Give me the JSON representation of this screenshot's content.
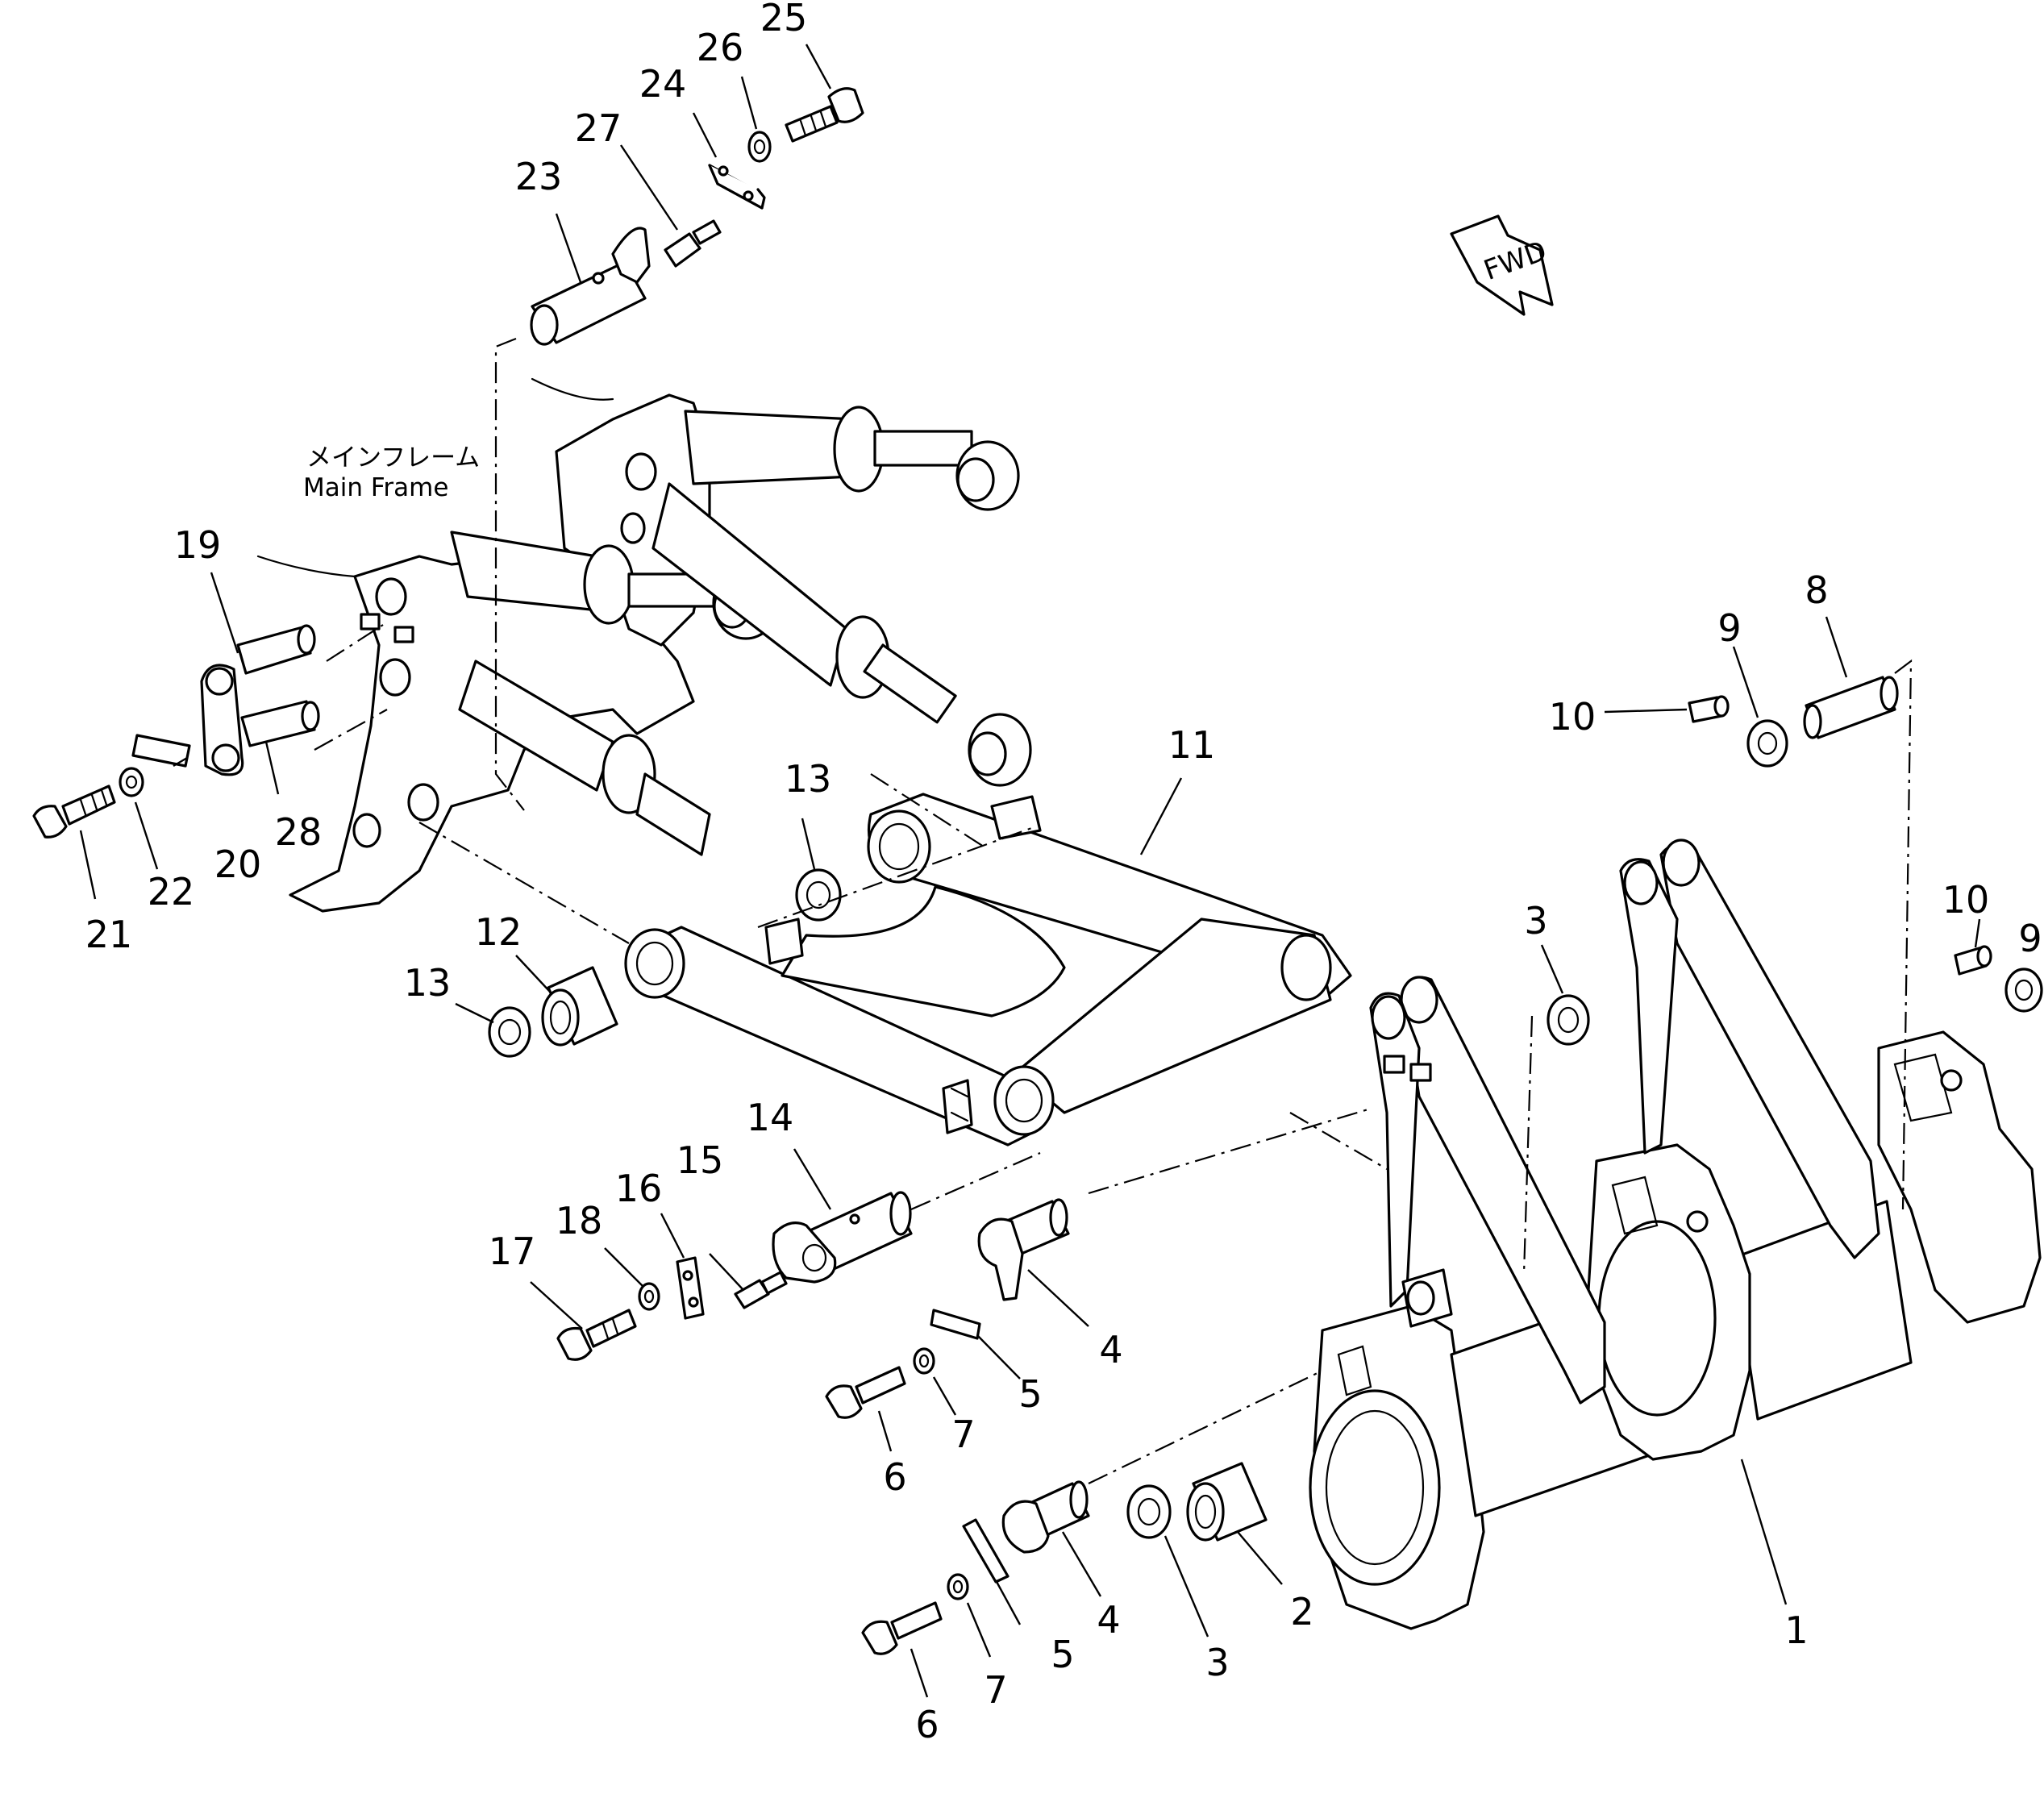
{
  "main_frame_label": {
    "japanese": "メインフレーム",
    "english": "Main Frame"
  },
  "fwd_label": "FWD",
  "callouts": [
    {
      "id": "c1",
      "text": "1"
    },
    {
      "id": "c2",
      "text": "2"
    },
    {
      "id": "c3a",
      "text": "3"
    },
    {
      "id": "c3b",
      "text": "3"
    },
    {
      "id": "c4a",
      "text": "4"
    },
    {
      "id": "c4b",
      "text": "4"
    },
    {
      "id": "c5a",
      "text": "5"
    },
    {
      "id": "c5b",
      "text": "5"
    },
    {
      "id": "c6a",
      "text": "6"
    },
    {
      "id": "c6b",
      "text": "6"
    },
    {
      "id": "c7a",
      "text": "7"
    },
    {
      "id": "c7b",
      "text": "7"
    },
    {
      "id": "c8",
      "text": "8"
    },
    {
      "id": "c9a",
      "text": "9"
    },
    {
      "id": "c9b",
      "text": "9"
    },
    {
      "id": "c10a",
      "text": "10"
    },
    {
      "id": "c10b",
      "text": "10"
    },
    {
      "id": "c11",
      "text": "11"
    },
    {
      "id": "c12",
      "text": "12"
    },
    {
      "id": "c13a",
      "text": "13"
    },
    {
      "id": "c13b",
      "text": "13"
    },
    {
      "id": "c14",
      "text": "14"
    },
    {
      "id": "c15",
      "text": "15"
    },
    {
      "id": "c16",
      "text": "16"
    },
    {
      "id": "c17",
      "text": "17"
    },
    {
      "id": "c18",
      "text": "18"
    },
    {
      "id": "c19",
      "text": "19"
    },
    {
      "id": "c20",
      "text": "20"
    },
    {
      "id": "c21",
      "text": "21"
    },
    {
      "id": "c22",
      "text": "22"
    },
    {
      "id": "c23",
      "text": "23"
    },
    {
      "id": "c24",
      "text": "24"
    },
    {
      "id": "c25",
      "text": "25"
    },
    {
      "id": "c26",
      "text": "26"
    },
    {
      "id": "c27",
      "text": "27"
    },
    {
      "id": "c28",
      "text": "28"
    }
  ]
}
